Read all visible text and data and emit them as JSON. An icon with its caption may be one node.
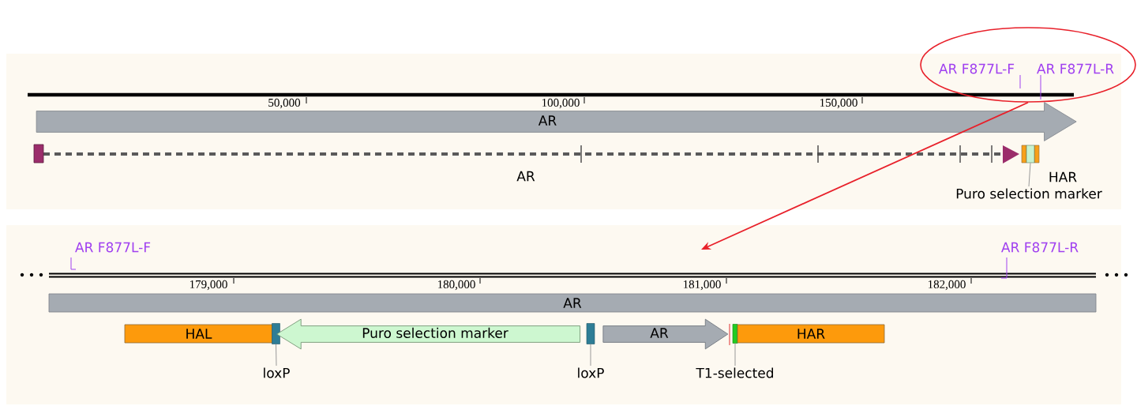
{
  "diagram": {
    "nodes": [
      {
        "text": [],
        "shape": "ellipse"
      },
      {
        "text": [
          "AR"
        ]
      },
      {
        "text": [],
        "shape": "box"
      },
      {
        "text": [
          "Puro selection marker"
        ]
      },
      {
        "text": [
          "AR"
        ]
      },
      {
        "text": [
          "HAL"
        ]
      },
      {
        "text": [],
        "shape": "box"
      },
      {
        "text": [
          "Puro selection marker"
        ]
      },
      {
        "text": [],
        "shape": "box"
      },
      {
        "text": [
          "AR"
        ]
      },
      {
        "text": [],
        "shape": "box"
      },
      {
        "text": [
          "HAR"
        ]
      },
      {
        "text": [
          "loxP"
        ]
      },
      {
        "text": [
          "loxP"
        ]
      },
      {
        "text": [
          "T1-selected"
        ]
      }
    ],
    "edges": [
      {
        "from": 0,
        "to": null,
        "arrow": "to",
        "color": "#e8202a"
      },
      {
        "from": 3,
        "to": 2,
        "arrow": "none"
      },
      {
        "from": 12,
        "to": 6,
        "arrow": "none"
      },
      {
        "from": 13,
        "to": 8,
        "arrow": "none"
      },
      {
        "from": 14,
        "to": 10,
        "arrow": "none"
      }
    ],
    "labels": [
      "AR F877L-F",
      "AR F877L-R",
      "50,000",
      "100,000",
      "150,000",
      "AR",
      "HAR",
      "AR F877L-F",
      "AR F877L-R",
      "179,000",
      "180,000",
      "181,000",
      "182,000"
    ]
  }
}
